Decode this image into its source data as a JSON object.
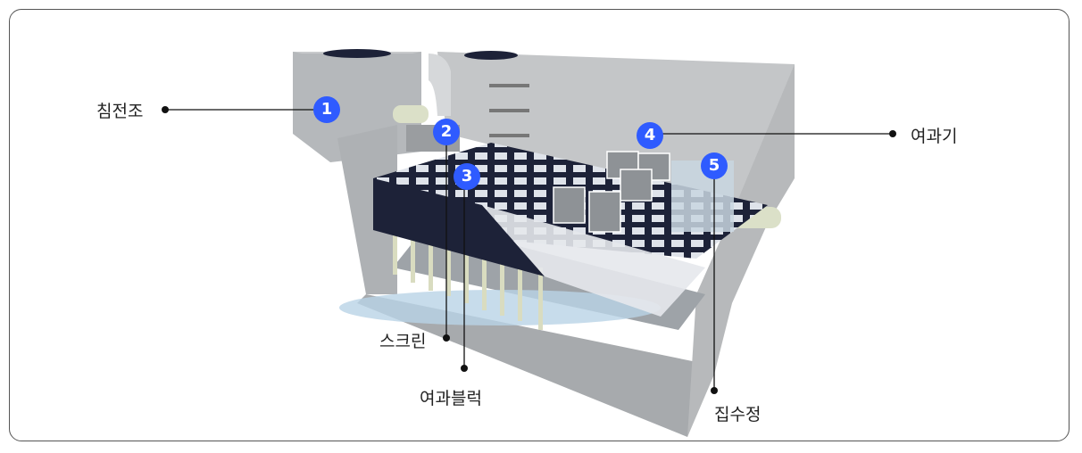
{
  "diagram": {
    "accent_color": "#2f5bff",
    "markers": [
      {
        "number": "1",
        "label": "침전조"
      },
      {
        "number": "2",
        "label": "스크린"
      },
      {
        "number": "3",
        "label": "여과블럭"
      },
      {
        "number": "4",
        "label": "여과기"
      },
      {
        "number": "5",
        "label": "집수정"
      }
    ]
  }
}
